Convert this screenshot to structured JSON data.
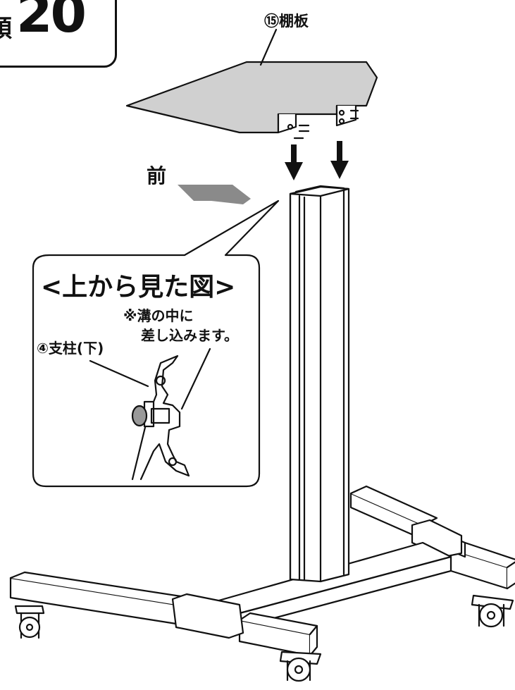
{
  "step": {
    "prefix": "順",
    "number": "20"
  },
  "labels": {
    "shelf": "⑮棚板",
    "front": "前",
    "top_view_title": "<上から見た図>",
    "groove_note_line1": "※溝の中に",
    "groove_note_line2": "差し込みます。",
    "lower_post": "④支柱(下)"
  },
  "colors": {
    "line": "#111111",
    "shelf_fill": "#d0d0d0",
    "arrow_fill": "#8a8a8a",
    "background": "#ffffff"
  }
}
